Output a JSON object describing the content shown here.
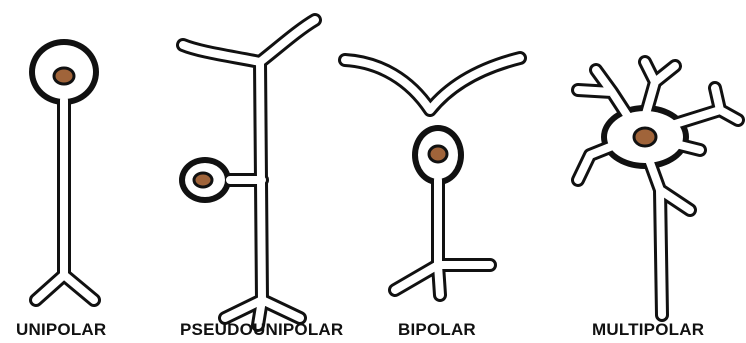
{
  "labels": {
    "unipolar": "UNIPOLAR",
    "pseudounipolar": "PSEUDOUNIPOLAR",
    "bipolar": "BIPOLAR",
    "multipolar": "MULTIPOLAR"
  },
  "colors": {
    "outline": "#111111",
    "cell_fill": "#ffffff",
    "nucleus": "#a0643a",
    "background": "#ffffff"
  }
}
